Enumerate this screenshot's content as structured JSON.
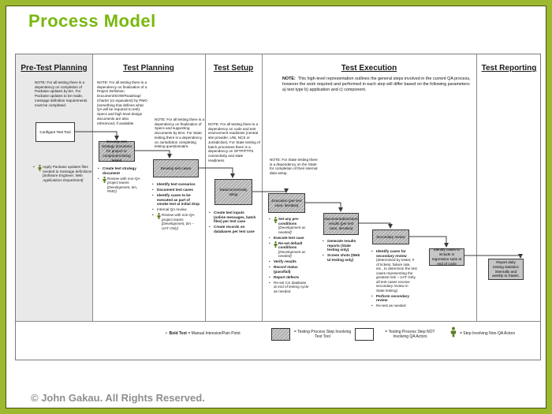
{
  "title": "Process Model",
  "footer": "© John Gakau. All Rights Reserved.",
  "colors": {
    "accent_green": "#79b80e",
    "border_green": "#9cb92f",
    "person_green": "#5d7c20",
    "column1_bg": "#e9e9e9"
  },
  "headers": [
    "Pre-Test Planning",
    "Test Planning",
    "Test Setup",
    "Test Execution",
    "Test Reporting"
  ],
  "exec_note": {
    "label": "NOTE:",
    "body": "This high-level representation outlines the general steps involved in the current QA process, however the work required and performed in each step will differ based on the following parameters:  a) test type b) application and c) component."
  },
  "notes": {
    "pretest": "NOTE: For all testing there is a dependency on completion of Pacbase updates by BA.  For Pacbase updates to be made, message definition requirements must be completed.",
    "planning1": "NOTE: For all testing there is a dependency on finalization of a Project Definition Document/SOW/Roadmap/ Charter (or equivalent) by PMO (something that defines what QA will be required to test).  Specs and high level design documents are also referenced, if available.",
    "planning2": "NOTE: For all testing there is a dependency on finalization of Specs and supporting documents by BAs. For State testing there is a dependency on Jurisdiction completing testing questionnaire.",
    "setup": "NOTE: For all testing there is a dependency on code and test environment readiness (central site provider, UNI, NCS or Jurisdiction). For State testing of batch processes there is a dependency on SFTP/FTPS connectivity and state readiness.",
    "execution": "NOTE: For State testing there is a dependency on the State for completion of their internal data setup."
  },
  "boxes": {
    "configure": "Configure Test Tool",
    "strategy": "Develop test strategy document for project or component being tested",
    "cases": "Develop test cases",
    "data_setup": "Data/connectivity setup",
    "execution": "Execution (per test case, iterative)",
    "documentation": "Documentation/store results (per test case, iterative)",
    "secondary": "Secondary review",
    "regression": "Identify cases to include in regression suite at end of cycle",
    "report": "Report daily testing statistics internally and weekly to States."
  },
  "bullets": {
    "pretest": [
      {
        "text": "Apply Pacbase updates files needed to message definitions",
        "detail": "[Software Engineer, Web Applications Department]"
      }
    ],
    "strategy": [
      {
        "text": "Create test strategy document"
      },
      {
        "text": "Review with non-QA project teams",
        "detail": "[Development, BA, PMO]"
      }
    ],
    "cases": [
      {
        "text": "Identify test scenarios"
      },
      {
        "text": "Document test cases"
      },
      {
        "text": "Identify cases to be executed as part of smoke test at initial drop"
      },
      {
        "text": "Internal QA review"
      },
      {
        "text": "Review with non-QA project teams",
        "detail": "[Development, BA – UAT Only]"
      }
    ],
    "setup": [
      {
        "text": "Create test inputs (online messages, batch files) per test case"
      },
      {
        "text": "Create records on databases per test case"
      }
    ],
    "execution": [
      {
        "text": "Set any pre-conditions",
        "detail": "[Development as needed]"
      },
      {
        "text": "Execute test case"
      },
      {
        "text": "Re-set default conditions",
        "detail": "[Development as needed]"
      },
      {
        "text": "Verify results"
      },
      {
        "text": "Record status (pass/fail)"
      },
      {
        "text": "Report defects"
      },
      {
        "text": "Re-set CS database at end of testing cycle as needed"
      }
    ],
    "documentation": [
      {
        "text": "Generate results reports (State testing only)"
      },
      {
        "text": "Screen shots (Web UI testing only)"
      }
    ],
    "secondary": [
      {
        "text": "Identify cases for secondary review",
        "rest": "(determined by tester, # of tickets, failure rate, etc., to determine the test cases representing the greatest risk – UAT Only, all test cases receive secondary review in State testing)"
      },
      {
        "text": "Perform secondary review"
      },
      {
        "text": "Re-test as needed"
      }
    ]
  },
  "legend": {
    "bold_label": "Bold Text",
    "manual_label": "= Manual Intensive/Pain Point",
    "hatch_label": "= Testing Process Step Involving Test Tool",
    "white_label": "= Testing Process Step NOT Involving QA Actors",
    "person_label": "= Step Involving Non-QA Actors"
  }
}
